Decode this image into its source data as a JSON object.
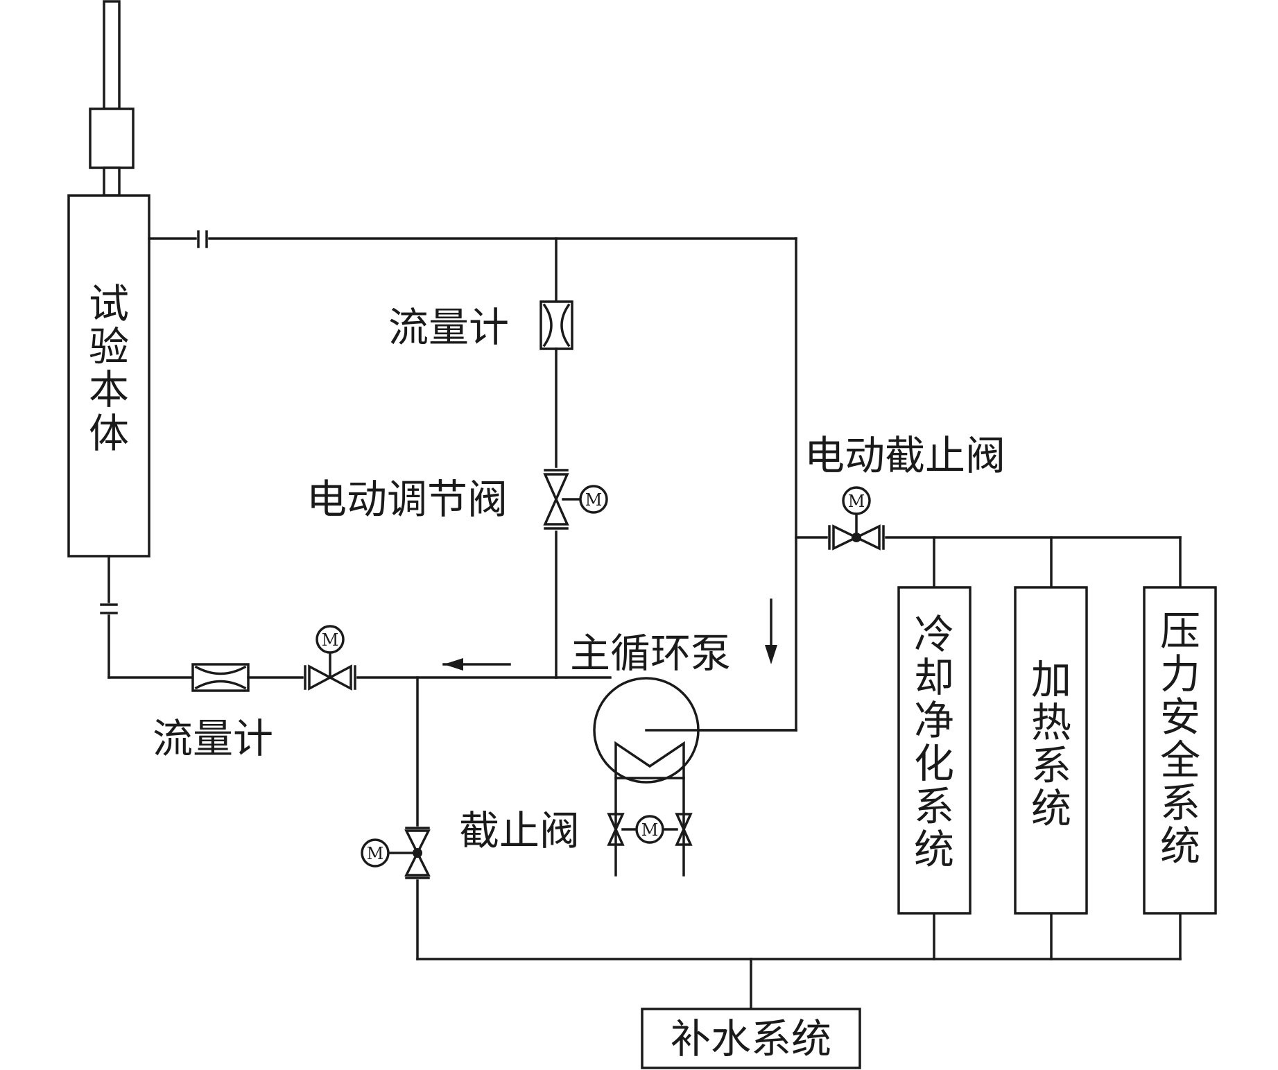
{
  "labels": {
    "test_body": [
      "试",
      "验",
      "本",
      "体"
    ],
    "flowmeter_top": "流量计",
    "flowmeter_bottom": "流量计",
    "motor_regulating_valve": "电动调节阀",
    "motor_stop_valve": "电动截止阀",
    "main_pump": "主循环泵",
    "stop_valve": "截止阀",
    "cooling_system": [
      "冷",
      "却",
      "净",
      "化",
      "系",
      "统"
    ],
    "heating_system": [
      "加",
      "热",
      "系",
      "统"
    ],
    "pressure_system": [
      "压",
      "力",
      "安",
      "全",
      "系",
      "统"
    ],
    "makeup_system": "补水系统",
    "motor_mark": "M"
  }
}
